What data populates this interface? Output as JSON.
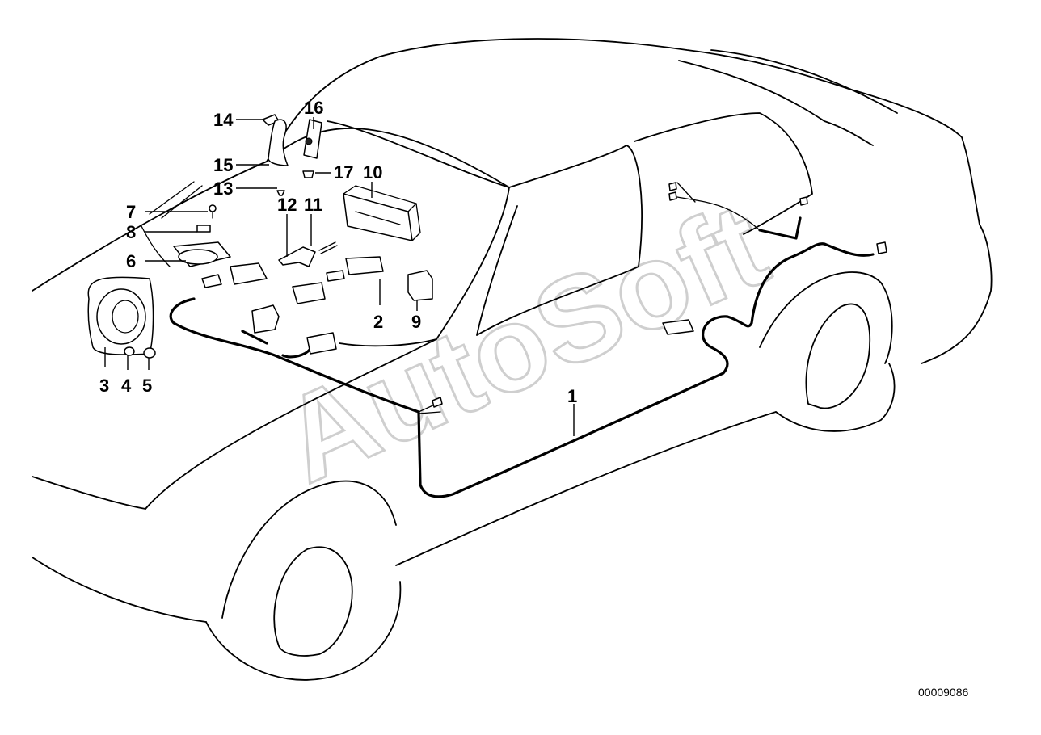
{
  "watermark": "AutoSoft",
  "doc_number": "00009086",
  "callouts": {
    "c1": "1",
    "c2": "2",
    "c3": "3",
    "c4": "4",
    "c5": "5",
    "c6": "6",
    "c7": "7",
    "c8": "8",
    "c9": "9",
    "c10": "10",
    "c11": "11",
    "c12": "12",
    "c13": "13",
    "c14": "14",
    "c15": "15",
    "c16": "16",
    "c17": "17"
  }
}
